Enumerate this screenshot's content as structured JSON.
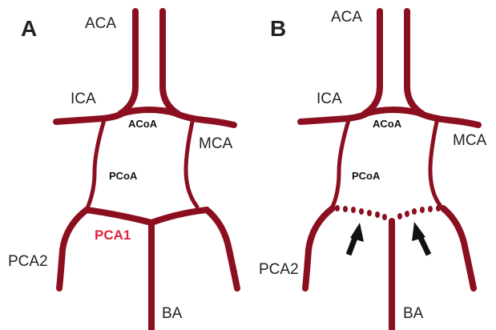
{
  "panels": [
    {
      "letter": "A",
      "labels": {
        "aca": "ACA",
        "ica": "ICA",
        "acoa": "ACoA",
        "mca": "MCA",
        "pcoa": "PCoA",
        "pca1": "PCA1",
        "pca2": "PCA2",
        "ba": "BA"
      },
      "pca1_highlighted": true
    },
    {
      "letter": "B",
      "labels": {
        "aca": "ACA",
        "ica": "ICA",
        "acoa": "ACoA",
        "mca": "MCA",
        "pcoa": "PCoA",
        "pca2": "PCA2",
        "ba": "BA"
      },
      "pca1_dotted": true,
      "arrows": 2
    }
  ],
  "colors": {
    "vessel": "#8b0f1f",
    "highlight_label": "#e0233a",
    "arrow": "#111111"
  }
}
